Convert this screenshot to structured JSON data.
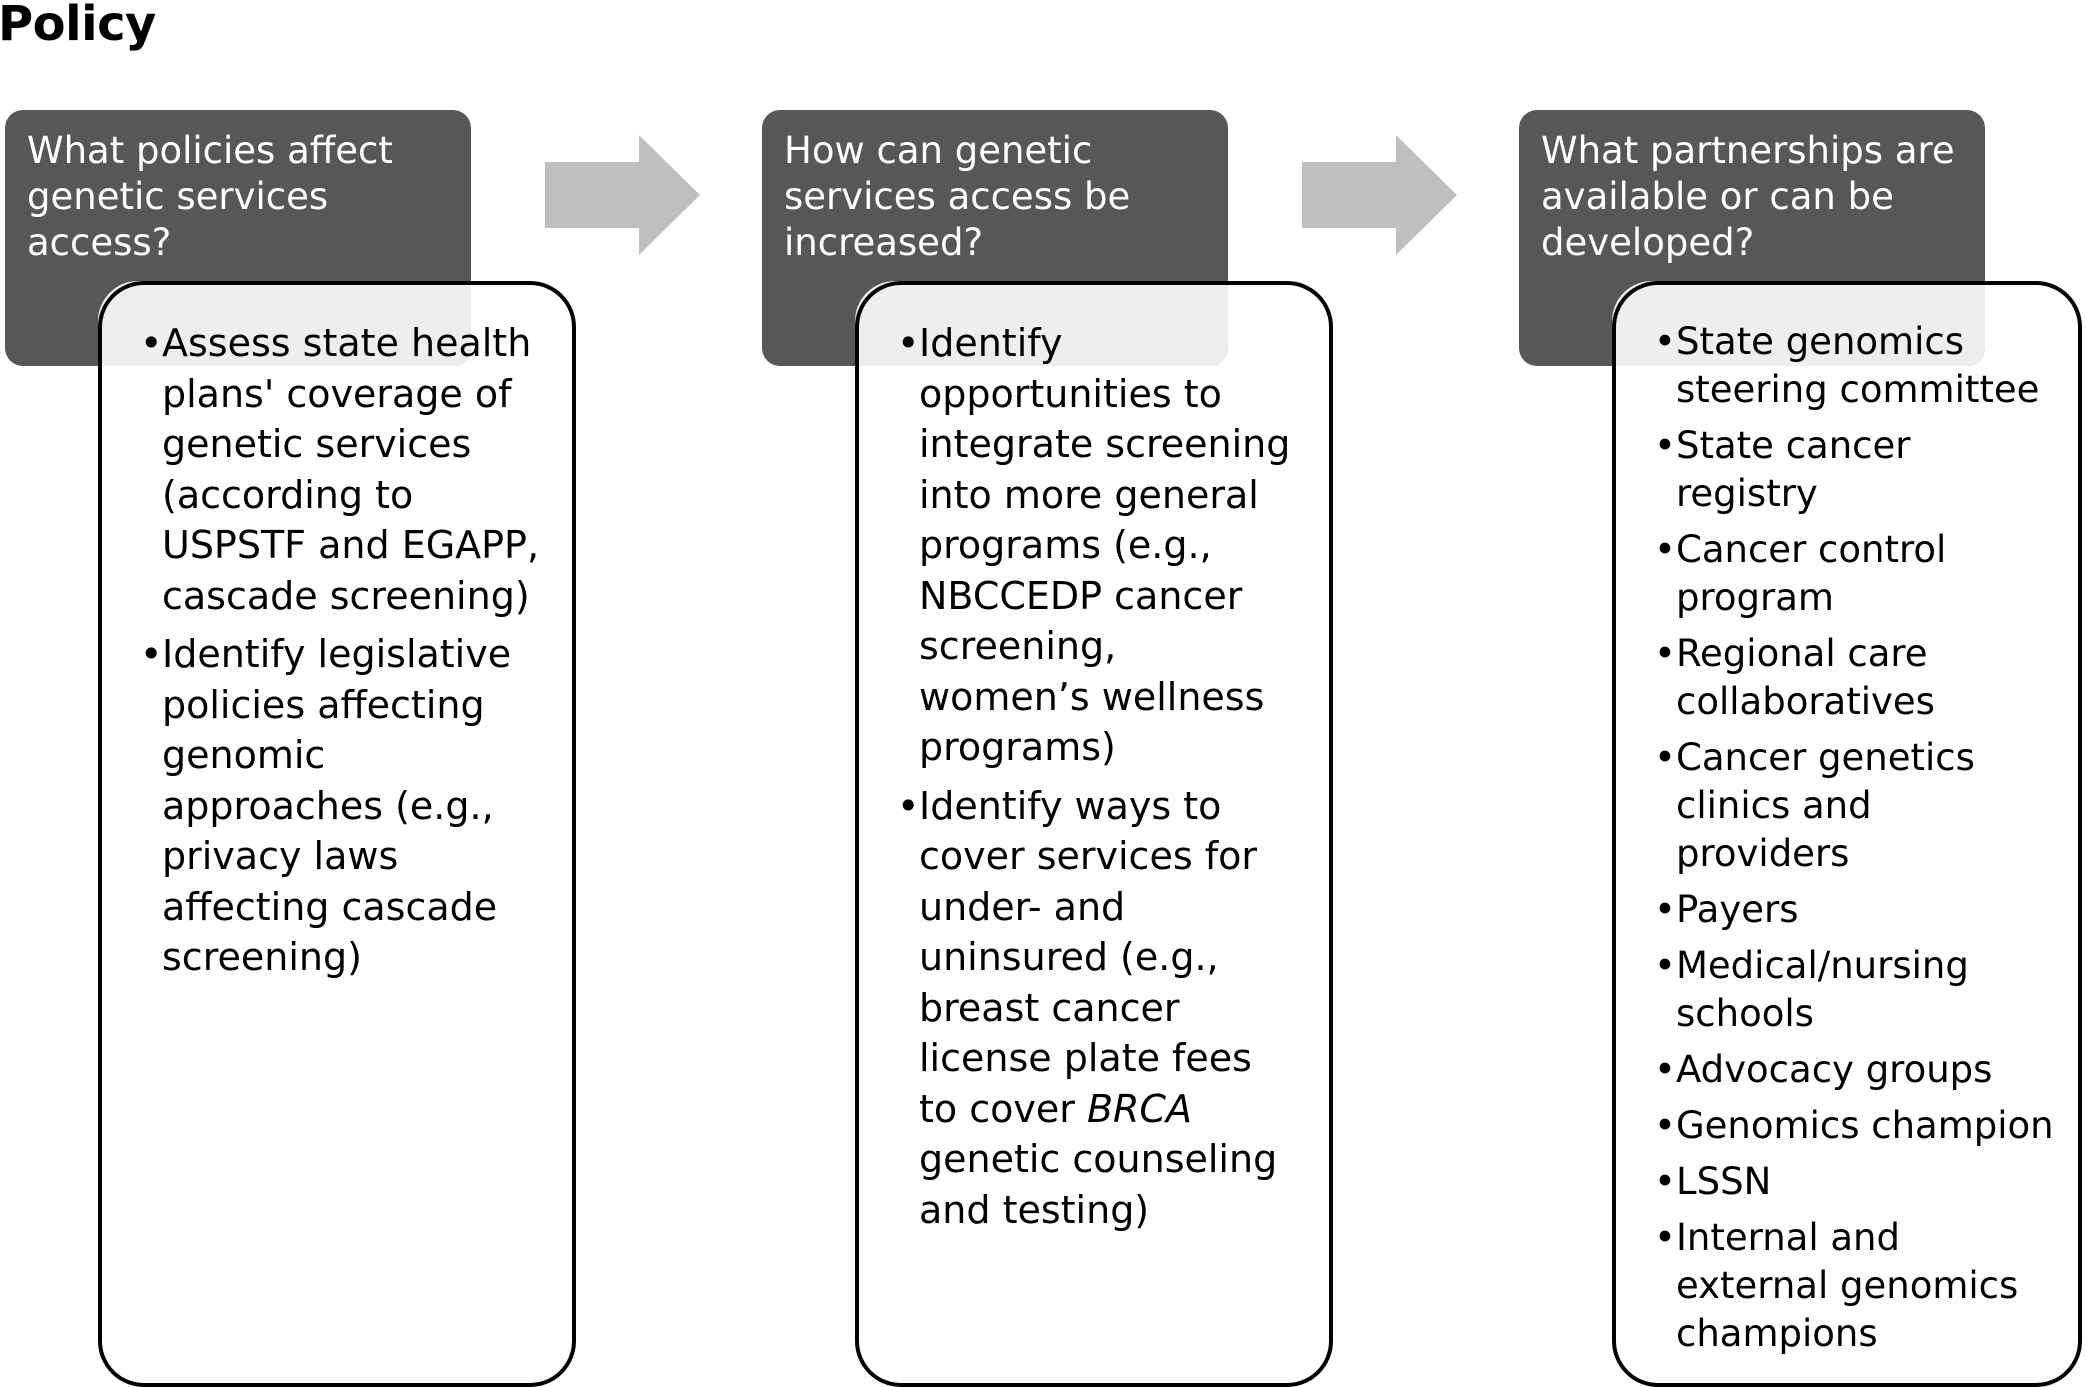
{
  "title": "Policy",
  "columns": [
    {
      "question": "What policies affect genetic services access?",
      "items": [
        {
          "text": "Assess state health plans' coverage of genetic services (according to USPSTF and EGAPP, cascade screening)"
        },
        {
          "text": "Identify legislative policies affecting genomic approaches (e.g., privacy laws affecting cascade screening)"
        }
      ]
    },
    {
      "question": "How can genetic services access be increased?",
      "items": [
        {
          "text": "Identify opportunities to integrate screening into more general programs (e.g., NBCCEDP cancer screening, women’s wellness programs)"
        },
        {
          "text_before": "Identify ways to cover services for under- and uninsured (e.g., breast cancer license plate fees to cover ",
          "text_italic": "BRCA",
          "text_after": " genetic counseling and testing)"
        }
      ]
    },
    {
      "question": "What partnerships are available or can be developed?",
      "items": [
        {
          "text": "State genomics steering committee"
        },
        {
          "text": "State cancer registry"
        },
        {
          "text": "Cancer control program"
        },
        {
          "text": "Regional care collaboratives"
        },
        {
          "text": "Cancer genetics clinics and providers"
        },
        {
          "text": "Payers"
        },
        {
          "text": "Medical/nursing schools"
        },
        {
          "text": "Advocacy groups"
        },
        {
          "text": "Genomics champion"
        },
        {
          "text": "LSSN"
        },
        {
          "text": "Internal and external genomics champions"
        }
      ]
    }
  ],
  "bullet_symbol": "•",
  "colors": {
    "question_box": "#575757",
    "question_text": "#ffffff",
    "overlap": "#eeeeee",
    "arrow": "#bfbfbf",
    "card_border": "#000000"
  },
  "icons": [
    "arrow-right-icon",
    "arrow-right-icon"
  ]
}
